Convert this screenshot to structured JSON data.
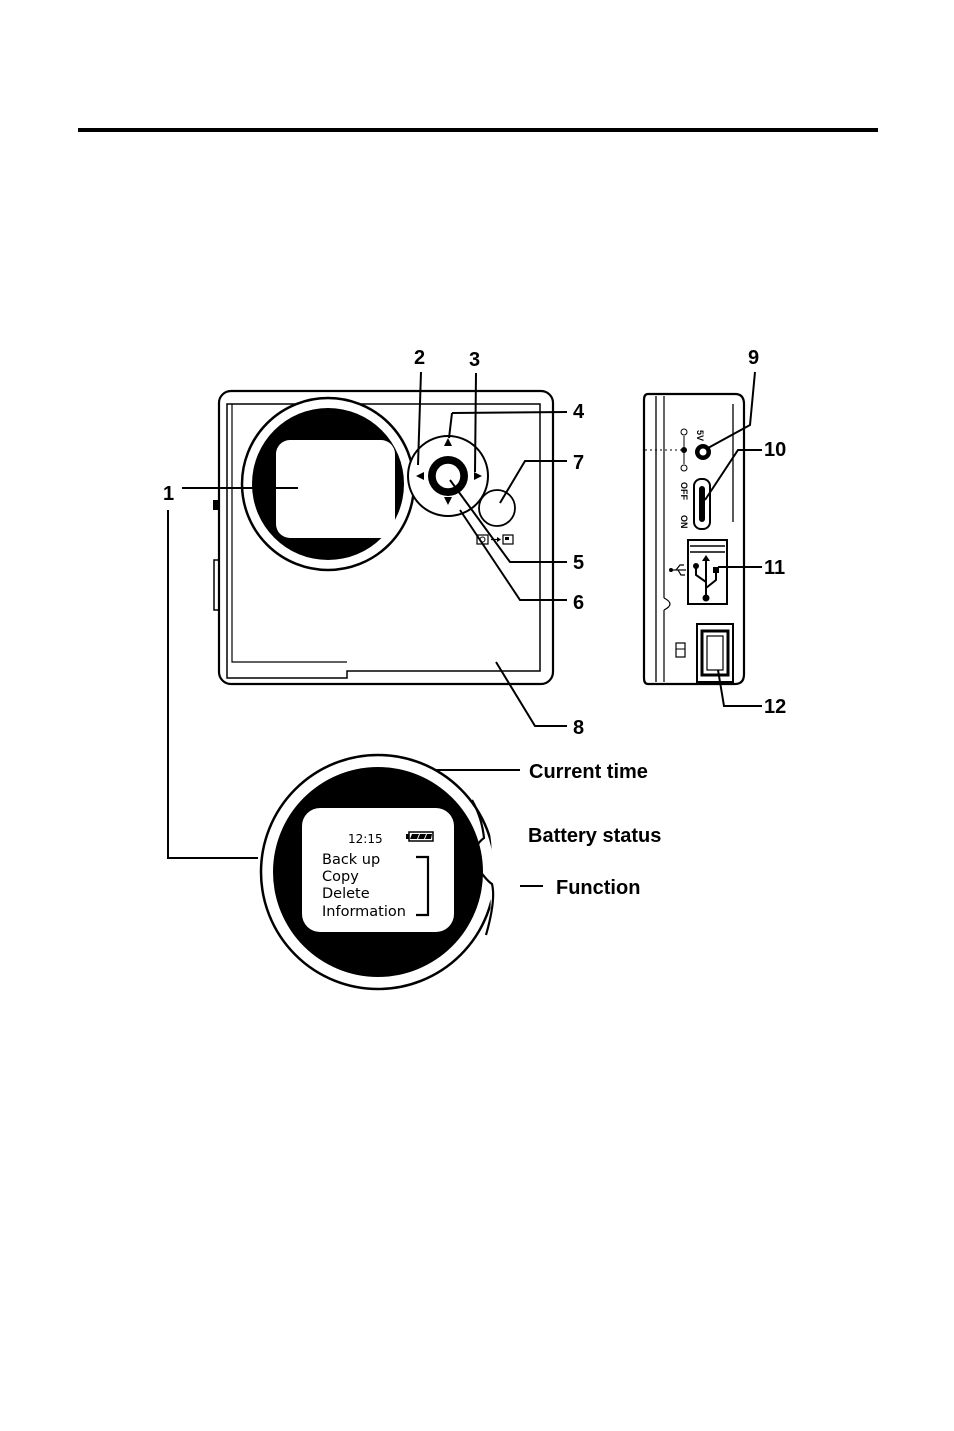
{
  "callouts": {
    "c1": "1",
    "c2": "2",
    "c3": "3",
    "c4": "4",
    "c5": "5",
    "c6": "6",
    "c7": "7",
    "c8": "8",
    "c9": "9",
    "c10": "10",
    "c11": "11",
    "c12": "12"
  },
  "side_panel": {
    "dc_label": "5V",
    "off_label": "OFF",
    "on_label": "ON"
  },
  "screen": {
    "time": "12:15",
    "menu": [
      "Back up",
      "Copy",
      "Delete",
      "Information"
    ]
  },
  "labels": {
    "current_time": "Current  time",
    "battery_status": "Battery  status",
    "function": "Function"
  }
}
